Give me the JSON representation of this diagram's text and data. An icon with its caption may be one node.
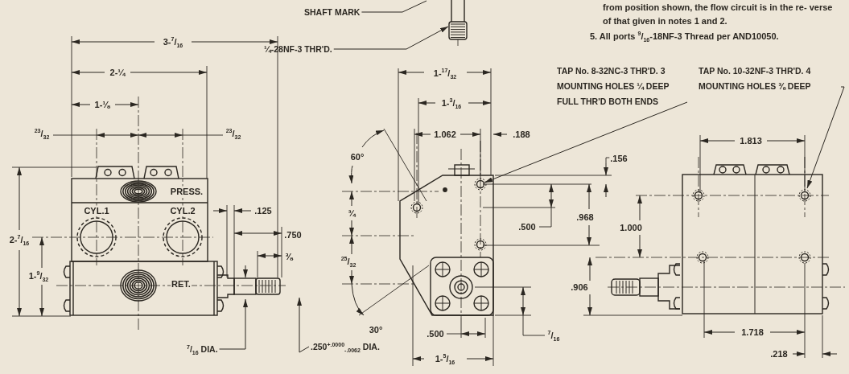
{
  "diagram": {
    "nodes": [
      {
        "text": [
          "SHAFT MARK"
        ]
      },
      {
        "text": [
          "¼-28NF-3 THR'D."
        ]
      },
      {
        "text": [
          "$^{7}$/$_{16}$ DIA."
        ]
      },
      {
        "text": [
          ".250$^{+.0000}$$_{-.0062}$ DIA."
        ]
      },
      {
        "text": [
          "TAP No. 8-32NC-3 THR'D. 3 MOUNTING HOLES ¼ DEEP FULL THR'D BOTH ENDS"
        ]
      },
      {
        "text": [
          "TAP No. 10-32NF-3 THR'D. 4 MOUNTING HOLES ⅜ DEEP"
        ]
      }
    ],
    "edges": [
      {
        "from": 0,
        "to": null,
        "arrow": "none"
      },
      {
        "from": 1,
        "to": null,
        "arrow": "to"
      },
      {
        "from": 2,
        "to": null,
        "arrow": "to"
      },
      {
        "from": 3,
        "to": null,
        "arrow": "to"
      },
      {
        "from": 4,
        "to": null,
        "arrow": "to"
      },
      {
        "from": 5,
        "to": null,
        "arrow": "to"
      }
    ],
    "labels": [
      "from position shown, the flow circuit is in the re- verse of that given in notes 1 and 2.",
      "5. All ports $^{9}$/$_{16}$-18NF-3 Thread per AND10050.",
      "3-$^{7}$/$_{16}$",
      "2-¼",
      "1-⅛",
      "$^{23}$/$_{32}$",
      "$^{23}$/$_{32}$",
      "PRESS.",
      "CYL.1",
      "CYL.2",
      ".125",
      ".750",
      "2-$^{7}$/$_{16}$",
      "⅜",
      "1-$^{9}$/$_{32}$",
      "RET.",
      "1-$^{17}$/$_{32}$",
      "1-$^{3}$/$_{16}$",
      "1.062",
      ".188",
      "60°",
      ".156",
      ".968",
      "¾",
      ".500",
      "1.000",
      "$^{25}$/$_{32}$",
      ".906",
      "30°",
      ".500",
      "$^{7}$/$_{16}$",
      "1-$^{5}$/$_{16}$",
      "1.813",
      "1.718",
      ".218"
    ]
  }
}
